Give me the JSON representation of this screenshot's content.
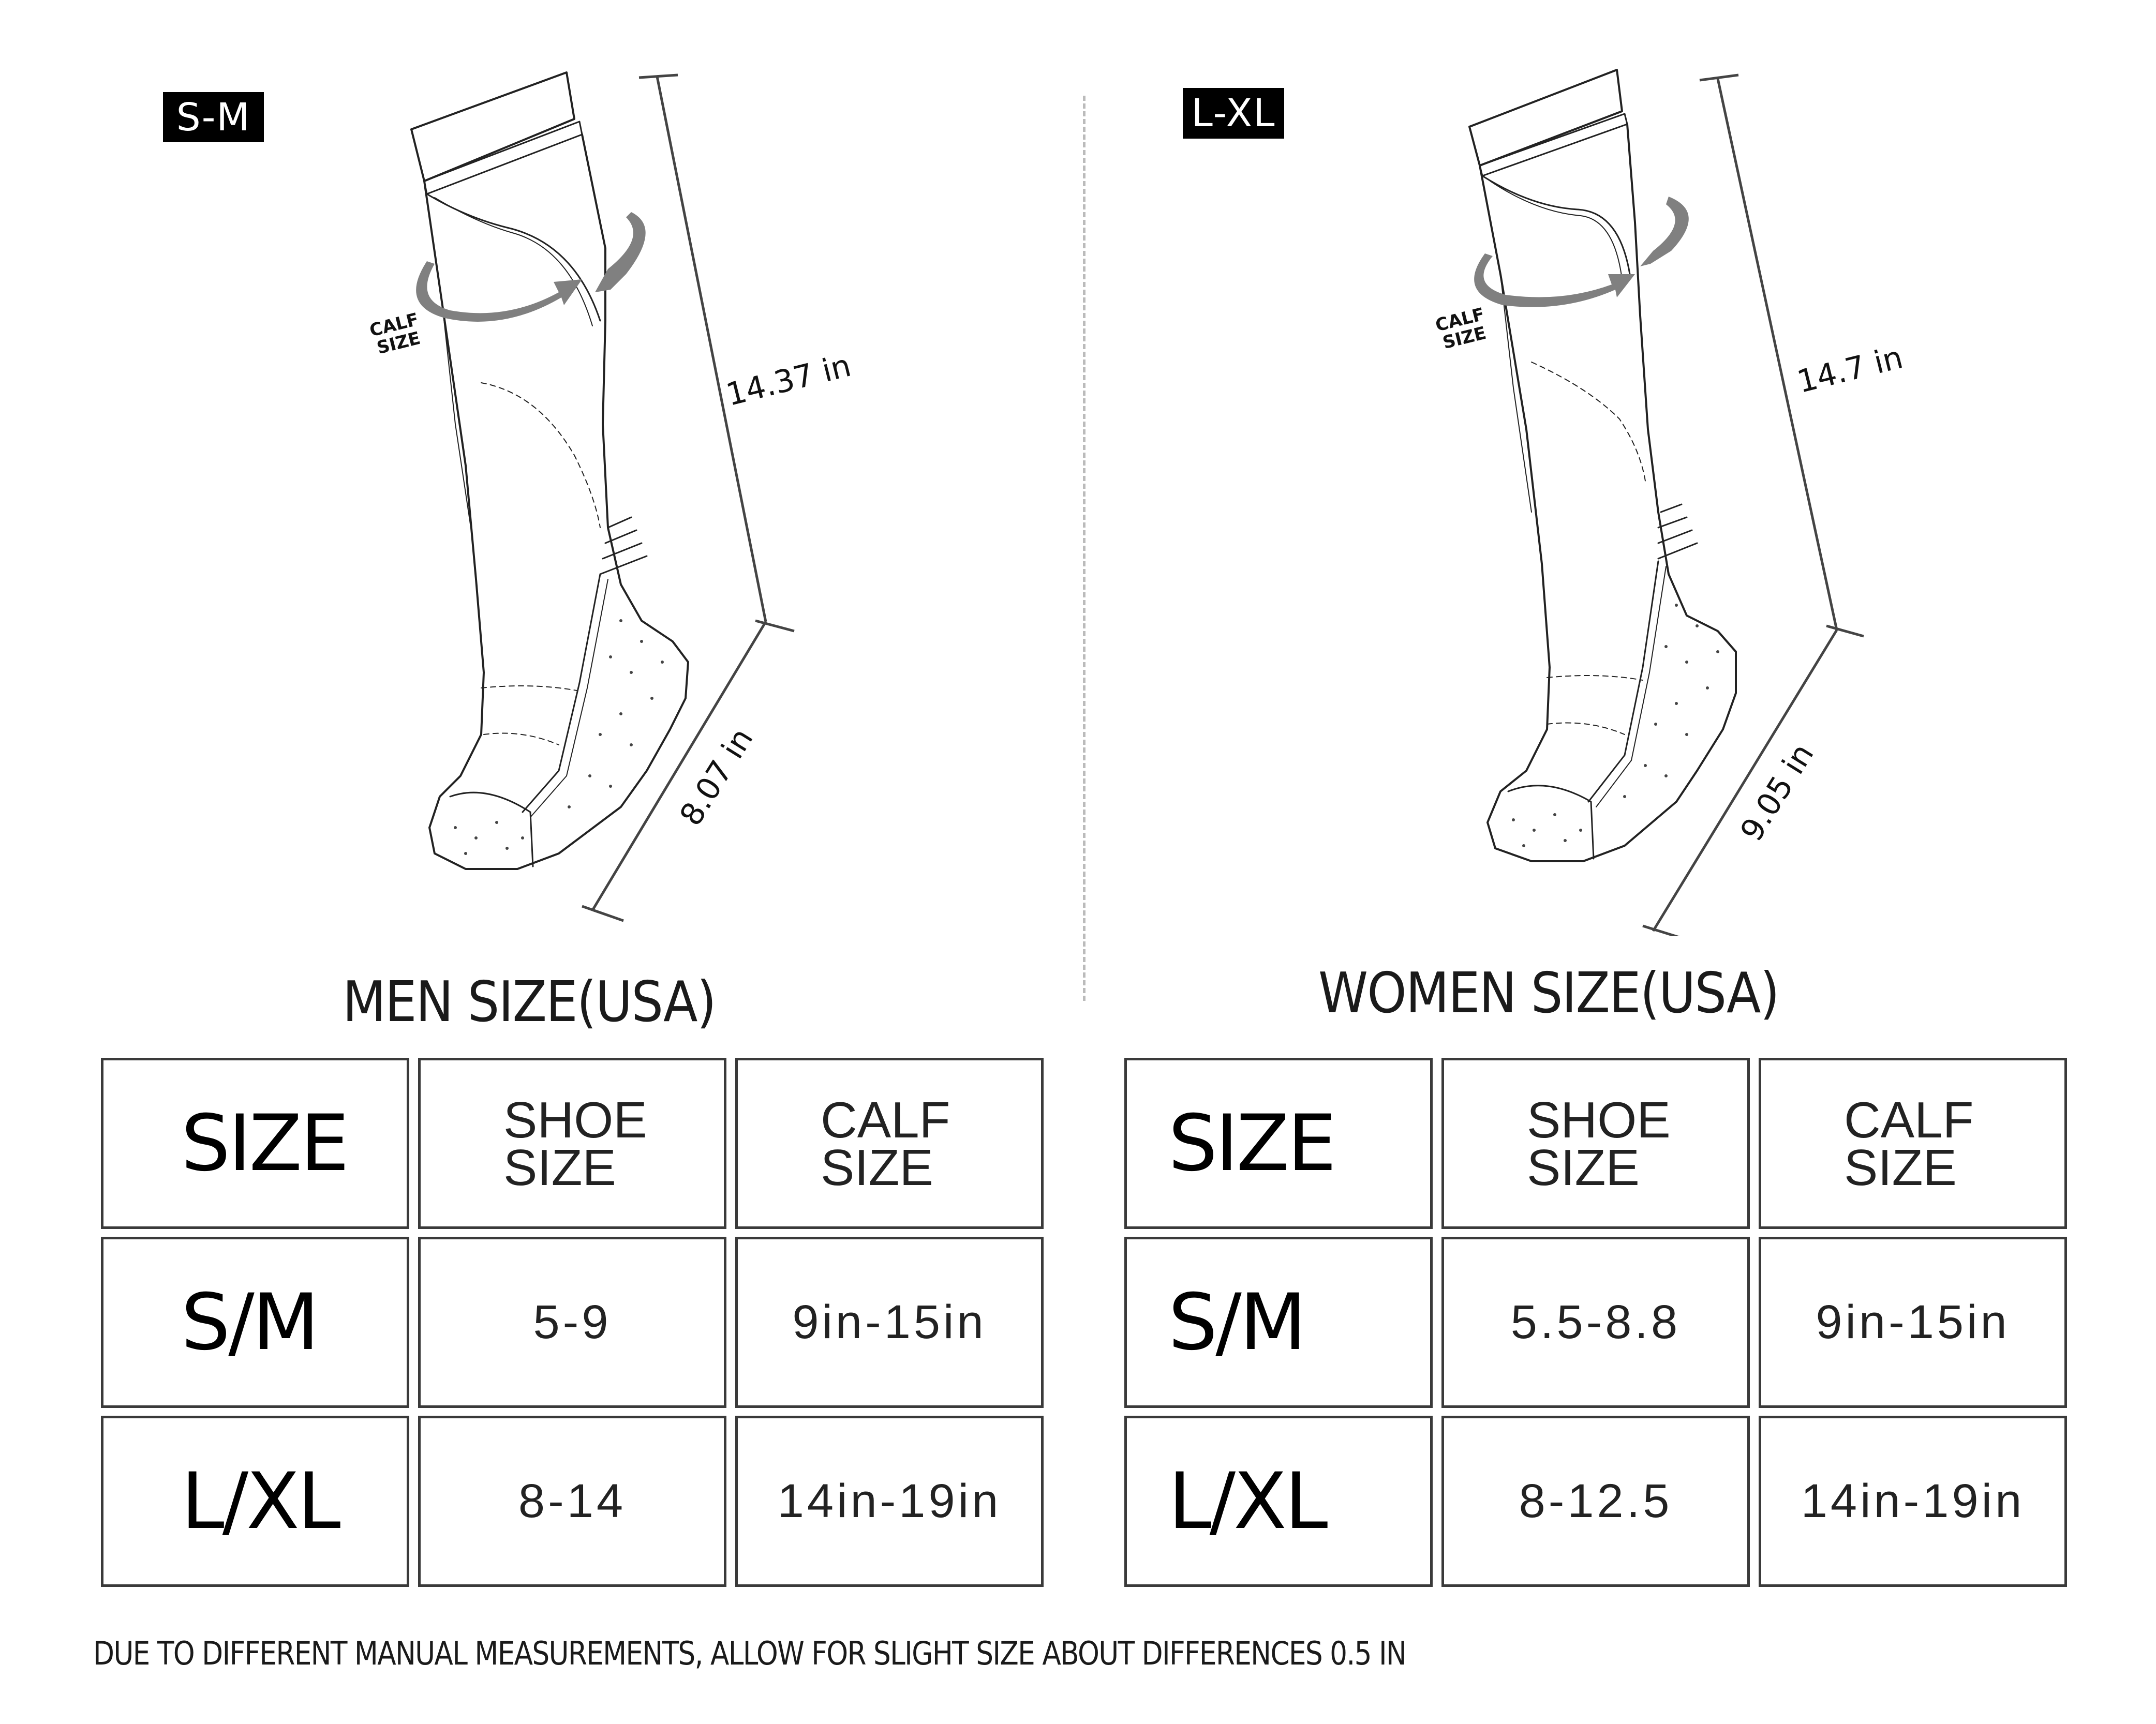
{
  "men": {
    "badge": "S-M",
    "calf_label_line1": "CALF",
    "calf_label_line2": "SIZE",
    "length_leg": "14.37 in",
    "length_foot": "8.07 in",
    "title": "MEN SIZE(USA)",
    "table": {
      "headers": {
        "size": "SIZE",
        "shoe_line1": "SHOE",
        "shoe_line2": "SIZE",
        "calf_line1": "CALF",
        "calf_line2": "SIZE"
      },
      "rows": [
        {
          "size": "S/M",
          "shoe": "5-9",
          "calf": "9in-15in"
        },
        {
          "size": "L/XL",
          "shoe": "8-14",
          "calf": "14in-19in"
        }
      ]
    }
  },
  "women": {
    "badge": "L-XL",
    "calf_label_line1": "CALF",
    "calf_label_line2": "SIZE",
    "length_leg": "14.7 in",
    "length_foot": "9.05 in",
    "title": "WOMEN SIZE(USA)",
    "table": {
      "headers": {
        "size": "SIZE",
        "shoe_line1": "SHOE",
        "shoe_line2": "SIZE",
        "calf_line1": "CALF",
        "calf_line2": "SIZE"
      },
      "rows": [
        {
          "size": "S/M",
          "shoe": "5.5-8.8",
          "calf": "9in-15in"
        },
        {
          "size": "L/XL",
          "shoe": "8-12.5",
          "calf": "14in-19in"
        }
      ]
    }
  },
  "footnote": "DUE TO DIFFERENT MANUAL MEASUREMENTS, ALLOW FOR SLIGHT SIZE ABOUT DIFFERENCES 0.5 IN",
  "colors": {
    "badge_bg": "#000000",
    "arrow": "#808080",
    "border": "#3a3a3a",
    "divider": "#bbbbbb"
  }
}
